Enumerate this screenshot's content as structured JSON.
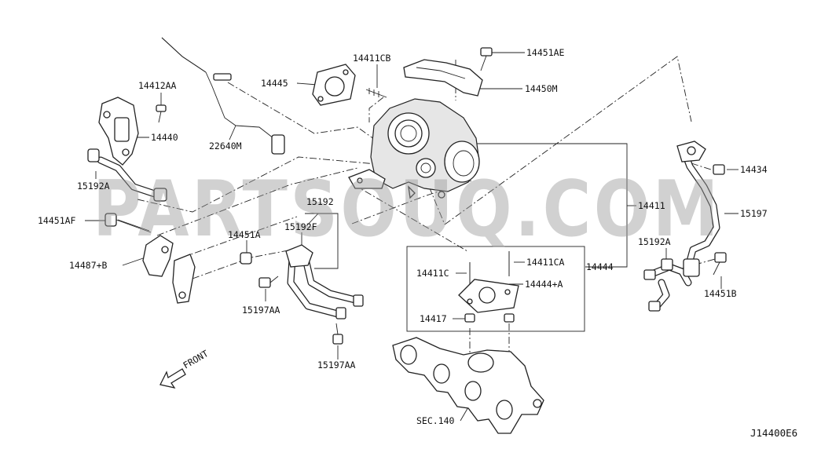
{
  "watermark": "PARTSOUQ.COM",
  "diagram_code": "J14400E6",
  "front_label": "FRONT",
  "section_label": "SEC.140",
  "labels": {
    "l_14411CB": "14411CB",
    "l_14451AE": "14451AE",
    "l_14445": "14445",
    "l_14450M": "14450M",
    "l_14412AA": "14412AA",
    "l_14440": "14440",
    "l_22640M": "22640M",
    "l_15192A_left": "15192A",
    "l_14451AF": "14451AF",
    "l_14487B": "14487+B",
    "l_14451A": "14451A",
    "l_15192": "15192",
    "l_15192F": "15192F",
    "l_15197AA_1": "15197AA",
    "l_15197AA_2": "15197AA",
    "l_14411": "14411",
    "l_14444": "14444",
    "l_14411C": "14411C",
    "l_14411CA": "14411CA",
    "l_14444A": "14444+A",
    "l_14417": "14417",
    "l_14434": "14434",
    "l_15197": "15197",
    "l_15192A_right": "15192A",
    "l_14451B": "14451B"
  }
}
